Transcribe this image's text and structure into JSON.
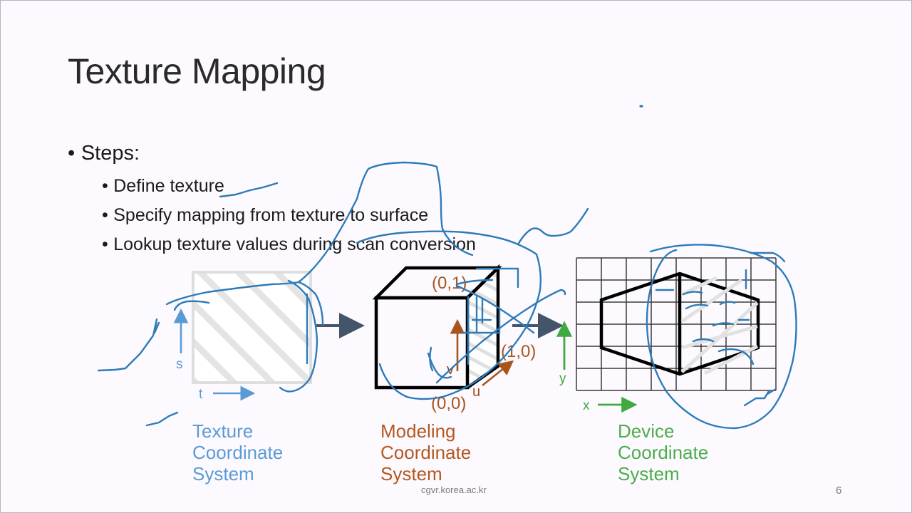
{
  "slide": {
    "title": "Texture Mapping",
    "page_number": "6",
    "footer_url": "cgvr.korea.ac.kr",
    "background_color": "#fdfaff"
  },
  "bullets": {
    "level1": "Steps:",
    "level2": [
      "Define texture",
      "Specify mapping from texture to surface",
      "Lookup texture values during scan conversion"
    ]
  },
  "diagram": {
    "captions": [
      {
        "id": "texture",
        "text": "Texture\nCoordinate\nSystem",
        "color": "#5b9bd5"
      },
      {
        "id": "modeling",
        "text": "Modeling\nCoordinate\nSystem",
        "color": "#b5581f"
      },
      {
        "id": "device",
        "text": "Device\nCoordinate\nSystem",
        "color": "#4cad4c"
      }
    ],
    "texture_panel": {
      "axis_vertical_label": "s",
      "axis_horizontal_label": "t",
      "axis_color": "#5b9bd5",
      "square_color": "#dedede"
    },
    "modeling_panel": {
      "corner_labels": [
        "(0,1)",
        "(1,0)",
        "(0,0)"
      ],
      "axis_vertical_label": "v",
      "axis_horizontal_label": "u",
      "axis_color": "#a8551d",
      "cube_color": "#000000"
    },
    "device_panel": {
      "axis_vertical_label": "y",
      "axis_horizontal_label": "x",
      "axis_color": "#3faa3f",
      "grid_columns": 8,
      "grid_rows": 6,
      "grid_color": "#3a3a3a",
      "shape_color": "#000000"
    },
    "arrows": {
      "color": "#44546a",
      "count": 2
    }
  },
  "annotations": {
    "ink_color": "#2e7bb8",
    "description": "hand-drawn blue pen marks over the slide"
  }
}
